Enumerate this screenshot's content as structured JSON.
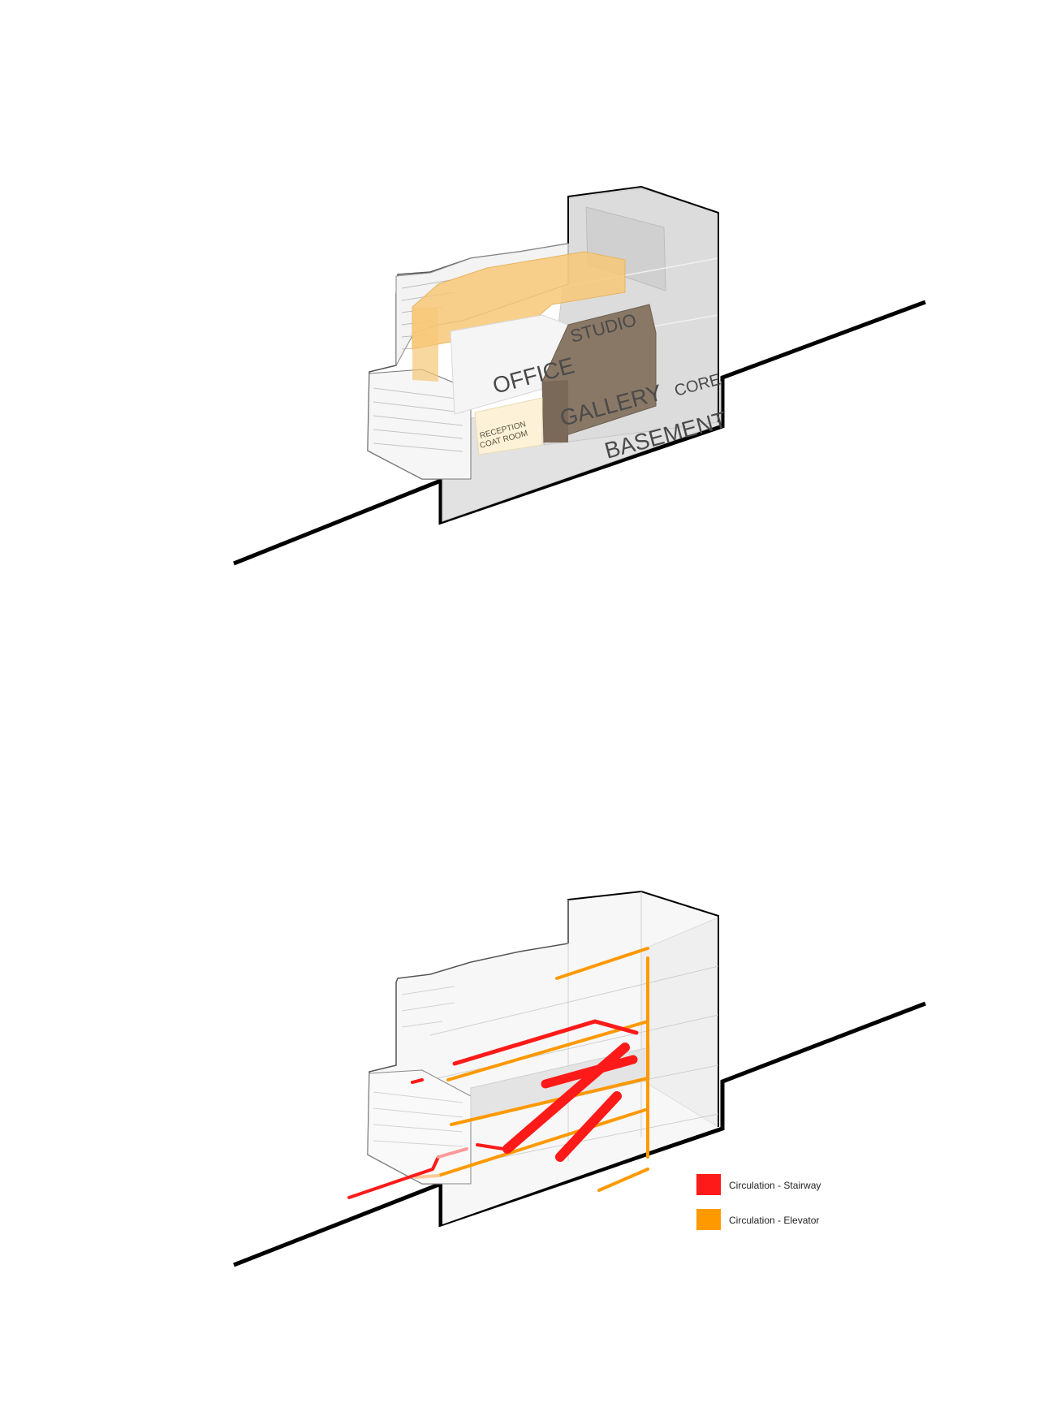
{
  "program_diagram": {
    "labels": {
      "studio": "STUDIO",
      "office": "OFFICE",
      "gallery": "GALLERY",
      "core": "CORE",
      "basement": "BASEMENT",
      "reception_line1": "RECEPTION",
      "reception_line2": "COAT ROOM"
    },
    "colors": {
      "studio": "#f7c878",
      "office": "#f5f5f5",
      "gallery": "#8a7866",
      "core": "#dcdcdc",
      "basement": "#e2e2e2",
      "reception": "#fdf2d8"
    }
  },
  "circulation_diagram": {
    "legend": [
      {
        "label": "Circulation - Stairway",
        "color": "#ff1a1a"
      },
      {
        "label": "Circulation - Elevator",
        "color": "#ff9900"
      }
    ]
  }
}
